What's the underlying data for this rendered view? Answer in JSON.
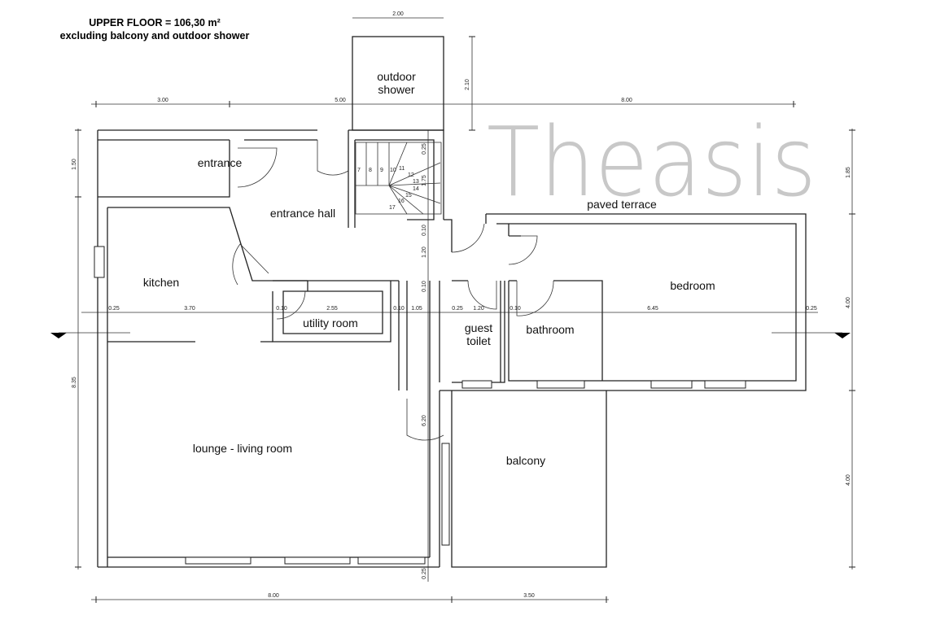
{
  "title": {
    "line1": "UPPER FLOOR = 106,30 m²",
    "line2": "excluding balcony and outdoor shower"
  },
  "watermark": "Theasis",
  "rooms": {
    "outdoor_shower_1": "outdoor",
    "outdoor_shower_2": "shower",
    "entrance": "entrance",
    "entrance_hall": "entrance hall",
    "paved_terrace": "paved terrace",
    "kitchen": "kitchen",
    "bedroom": "bedroom",
    "utility_room": "utility room",
    "guest_toilet_1": "guest",
    "guest_toilet_2": "toilet",
    "bathroom": "bathroom",
    "lounge": "lounge - living room",
    "balcony": "balcony"
  },
  "stairs": [
    "7",
    "8",
    "9",
    "10",
    "11",
    "12",
    "13",
    "14",
    "15",
    "16",
    "17"
  ],
  "dimensions": {
    "top": [
      "3.00",
      "5.00",
      "8.00"
    ],
    "shower_width": "2.00",
    "shower_depth": "2.10",
    "left": [
      "1.50",
      "8.35"
    ],
    "right": [
      "1.85",
      "4.00",
      "4.00"
    ],
    "section": [
      "0.25",
      "3.70",
      "0.10",
      "2.55",
      "0.10",
      "1.05",
      "0.25",
      "1.20",
      "0.10",
      "6.45",
      "0.25"
    ],
    "middle_vertical": [
      "0.25",
      "1.75",
      "0.10",
      "1.20",
      "0.10",
      "6.20",
      "0.25"
    ],
    "bottom": [
      "8.00",
      "3.50"
    ]
  },
  "colors": {
    "line": "#222222",
    "watermark": "#c8c8c8"
  }
}
